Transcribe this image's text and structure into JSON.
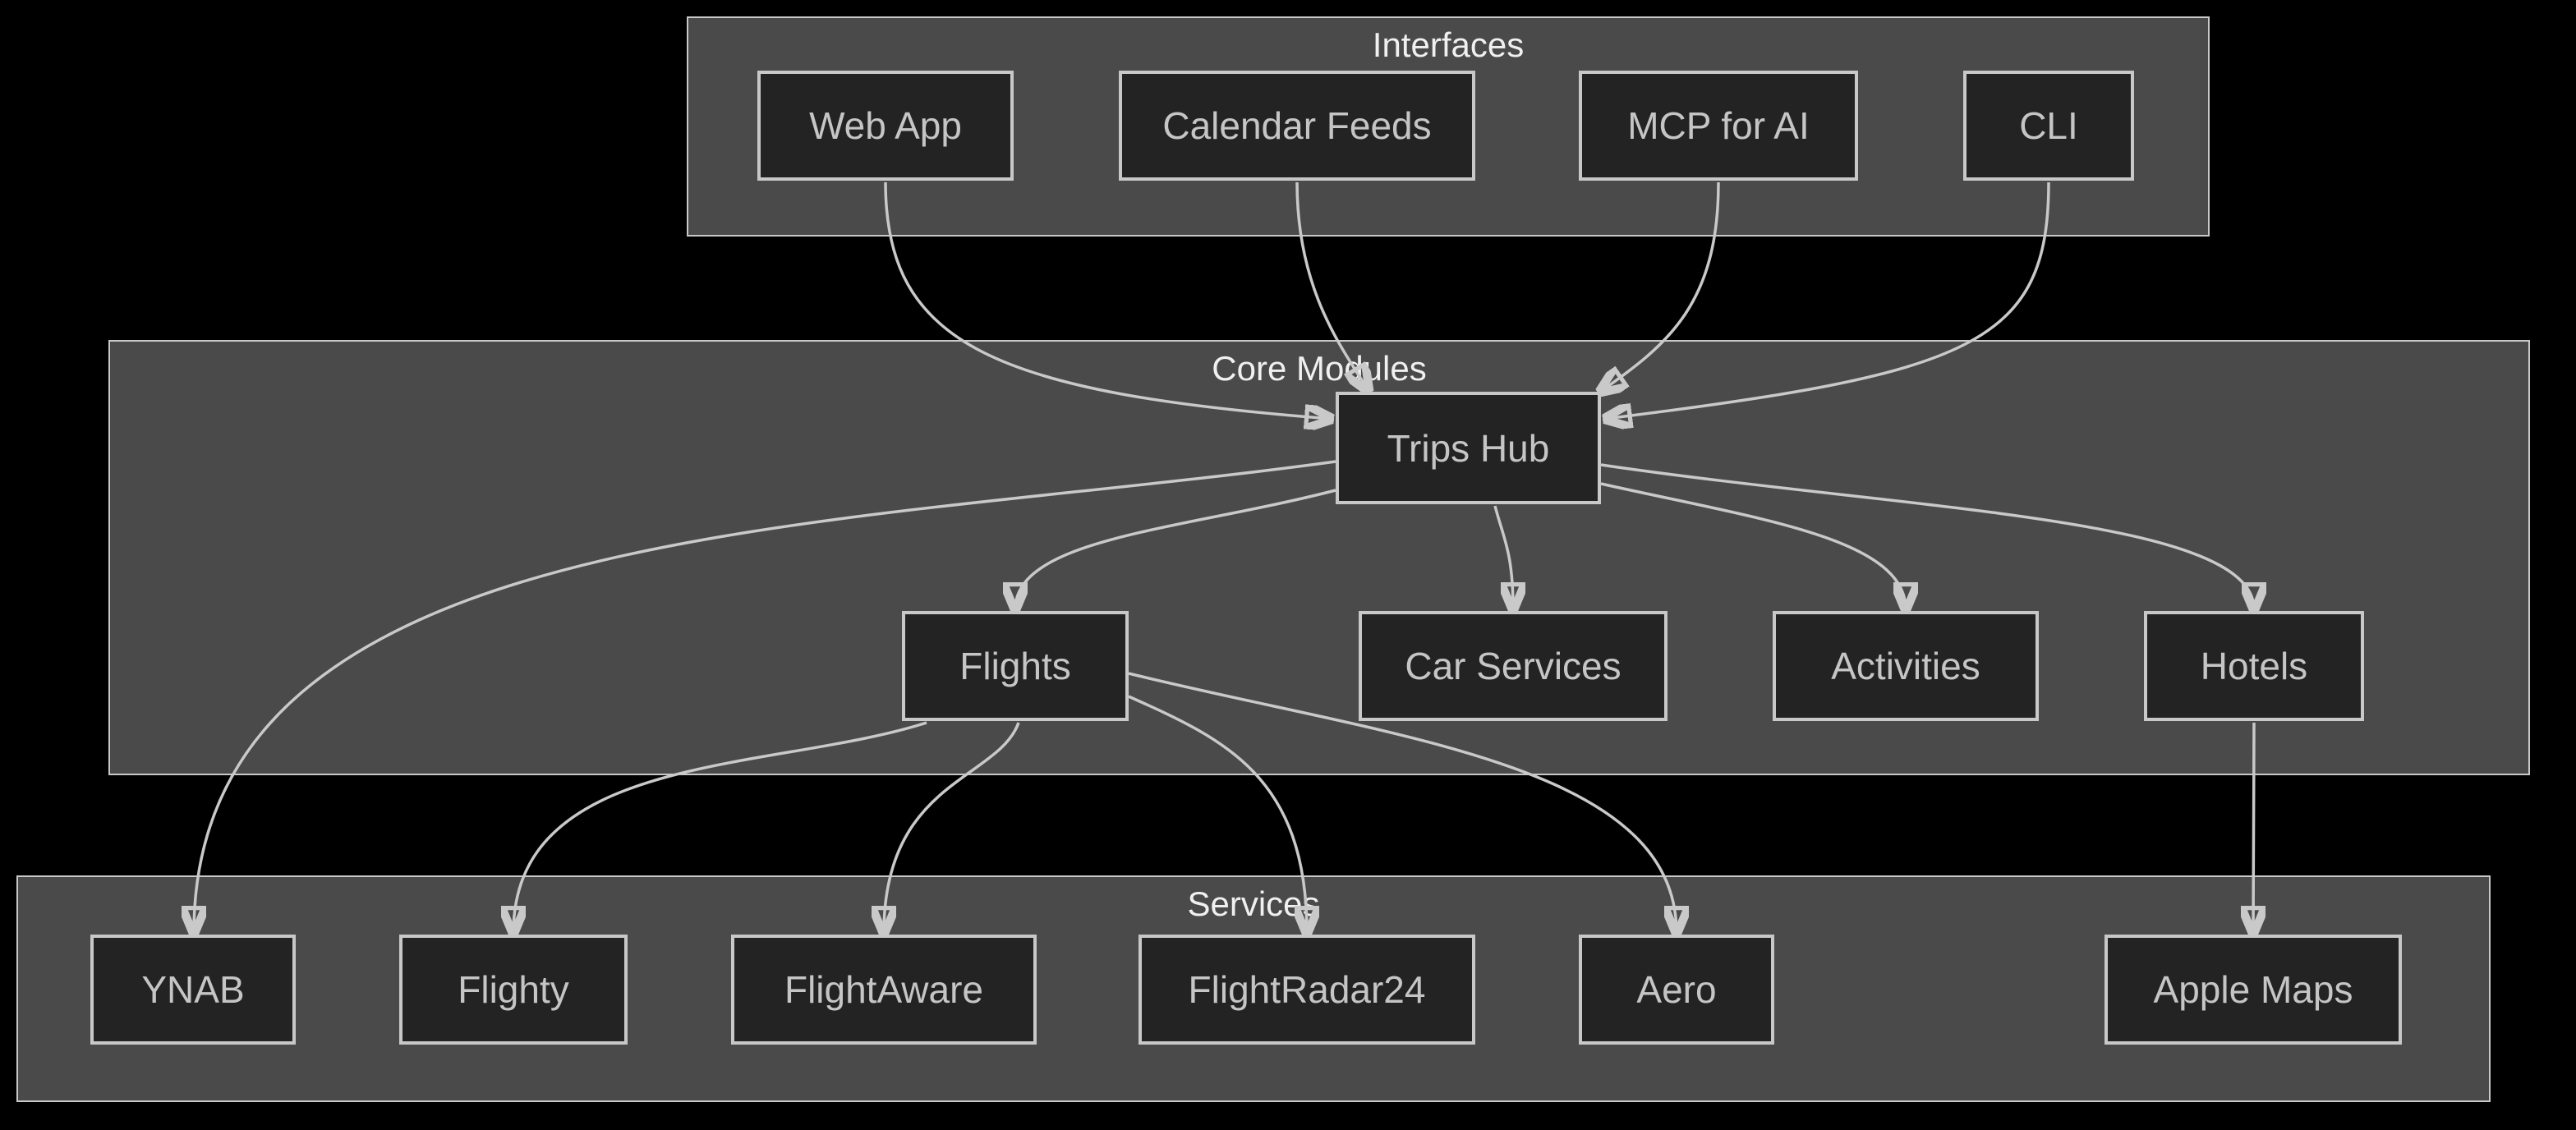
{
  "diagram": {
    "type": "flowchart",
    "clusters": {
      "interfaces": {
        "label": "Interfaces"
      },
      "core_modules": {
        "label": "Core Modules"
      },
      "services": {
        "label": "Services"
      }
    },
    "nodes": {
      "web_app": {
        "label": "Web App",
        "cluster": "interfaces"
      },
      "calendar_feeds": {
        "label": "Calendar Feeds",
        "cluster": "interfaces"
      },
      "mcp_for_ai": {
        "label": "MCP for AI",
        "cluster": "interfaces"
      },
      "cli": {
        "label": "CLI",
        "cluster": "interfaces"
      },
      "trips_hub": {
        "label": "Trips Hub",
        "cluster": "core_modules"
      },
      "flights": {
        "label": "Flights",
        "cluster": "core_modules"
      },
      "car_services": {
        "label": "Car Services",
        "cluster": "core_modules"
      },
      "activities": {
        "label": "Activities",
        "cluster": "core_modules"
      },
      "hotels": {
        "label": "Hotels",
        "cluster": "core_modules"
      },
      "ynab": {
        "label": "YNAB",
        "cluster": "services"
      },
      "flighty": {
        "label": "Flighty",
        "cluster": "services"
      },
      "flightaware": {
        "label": "FlightAware",
        "cluster": "services"
      },
      "flightradar24": {
        "label": "FlightRadar24",
        "cluster": "services"
      },
      "aero": {
        "label": "Aero",
        "cluster": "services"
      },
      "apple_maps": {
        "label": "Apple Maps",
        "cluster": "services"
      }
    },
    "edges": [
      {
        "from": "web_app",
        "to": "trips_hub"
      },
      {
        "from": "calendar_feeds",
        "to": "trips_hub"
      },
      {
        "from": "mcp_for_ai",
        "to": "trips_hub"
      },
      {
        "from": "cli",
        "to": "trips_hub"
      },
      {
        "from": "trips_hub",
        "to": "ynab"
      },
      {
        "from": "trips_hub",
        "to": "flights"
      },
      {
        "from": "trips_hub",
        "to": "car_services"
      },
      {
        "from": "trips_hub",
        "to": "activities"
      },
      {
        "from": "trips_hub",
        "to": "hotels"
      },
      {
        "from": "flights",
        "to": "flighty"
      },
      {
        "from": "flights",
        "to": "flightaware"
      },
      {
        "from": "flights",
        "to": "flightradar24"
      },
      {
        "from": "flights",
        "to": "aero"
      },
      {
        "from": "hotels",
        "to": "apple_maps"
      }
    ],
    "colors": {
      "background": "#000000",
      "cluster_fill": "#4a4a4a",
      "cluster_border": "#c9c9c9",
      "node_fill": "#232323",
      "node_border": "#c8c8c8",
      "edge": "#c9c9c9",
      "node_text": "#c5c5c5",
      "cluster_label_text": "#f0f0f0"
    }
  }
}
